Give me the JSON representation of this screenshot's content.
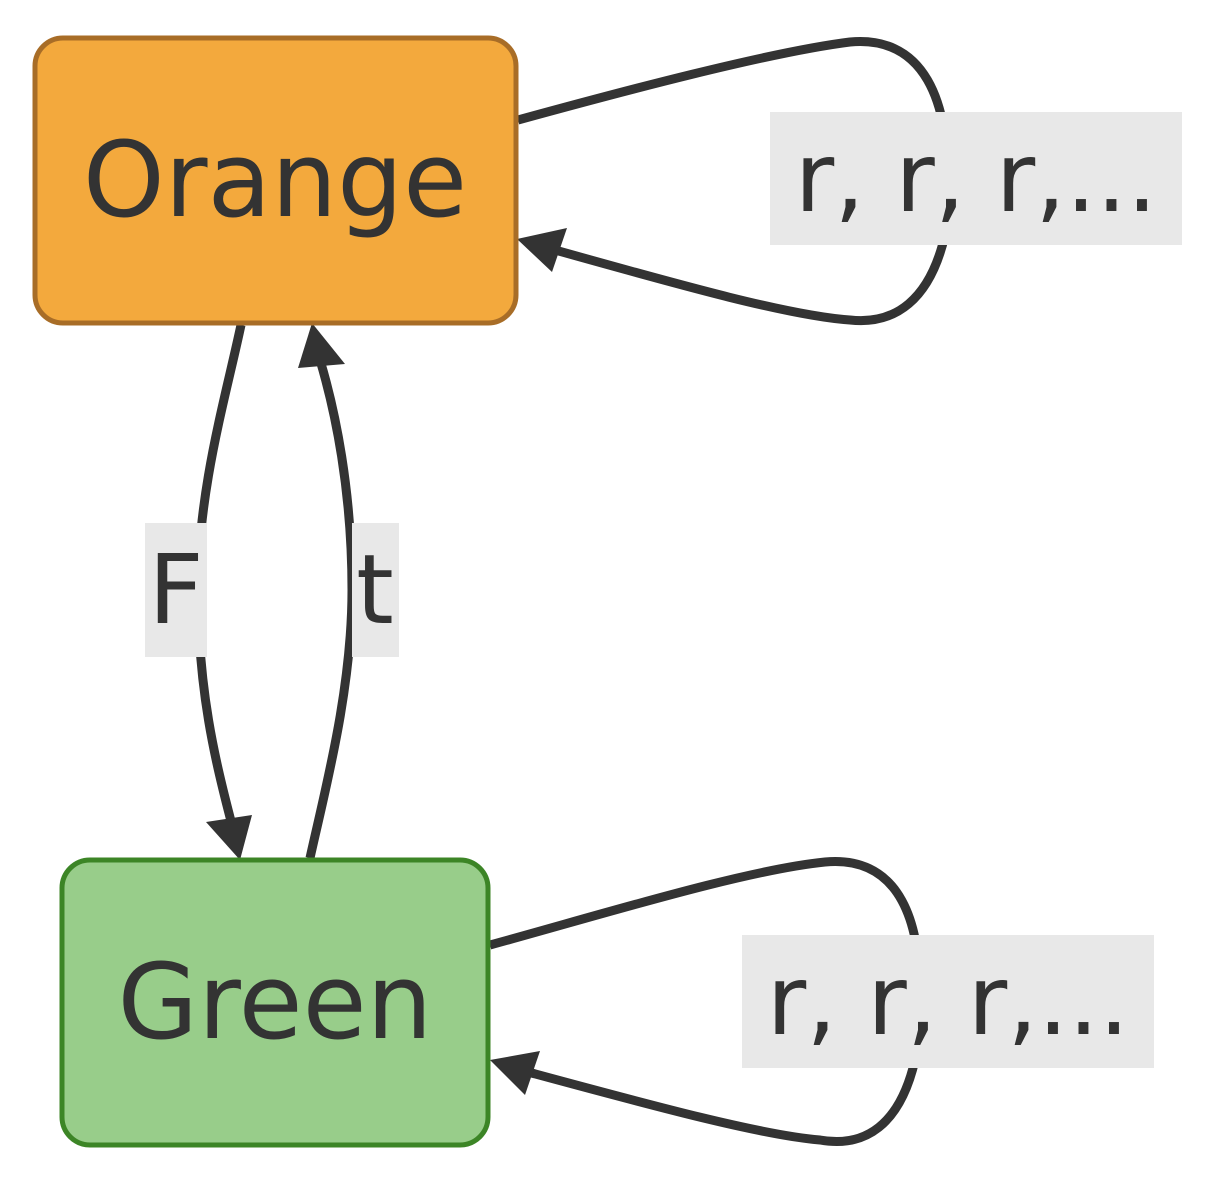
{
  "nodes": {
    "orange": {
      "label": "Orange",
      "fill": "#f3a93d",
      "stroke": "#a86d27"
    },
    "green": {
      "label": "Green",
      "fill": "#98cd8a",
      "stroke": "#3c8526"
    }
  },
  "edges": {
    "orange_self_loop": {
      "label": "r, r, r,..."
    },
    "green_self_loop": {
      "label": "r, r, r,..."
    },
    "orange_to_green": {
      "label": "F"
    },
    "green_to_orange": {
      "label": "t"
    }
  },
  "colors": {
    "edge": "#333333",
    "label_background": "#e8e8e8",
    "text": "#333333"
  }
}
